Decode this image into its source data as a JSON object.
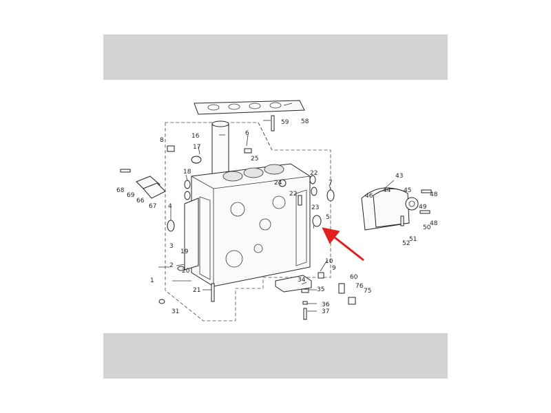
{
  "colors": {
    "band": "#d3d3d3",
    "arrow": "#e02020",
    "ink": "#222222"
  },
  "parts": [
    {
      "id": "p1",
      "label": "1"
    },
    {
      "id": "p2",
      "label": "2"
    },
    {
      "id": "p3",
      "label": "3"
    },
    {
      "id": "p4",
      "label": "4"
    },
    {
      "id": "p5",
      "label": "5"
    },
    {
      "id": "p6",
      "label": "6"
    },
    {
      "id": "p7",
      "label": "7"
    },
    {
      "id": "p8",
      "label": "8"
    },
    {
      "id": "p9",
      "label": "9"
    },
    {
      "id": "p10",
      "label": "10"
    },
    {
      "id": "p16",
      "label": "16"
    },
    {
      "id": "p17",
      "label": "17"
    },
    {
      "id": "p18",
      "label": "18"
    },
    {
      "id": "p19",
      "label": "19"
    },
    {
      "id": "p20",
      "label": "20"
    },
    {
      "id": "p21",
      "label": "21"
    },
    {
      "id": "p22",
      "label": "22"
    },
    {
      "id": "p22b",
      "label": "22"
    },
    {
      "id": "p23",
      "label": "23"
    },
    {
      "id": "p24",
      "label": "24"
    },
    {
      "id": "p25",
      "label": "25"
    },
    {
      "id": "p31",
      "label": "31"
    },
    {
      "id": "p34",
      "label": "34"
    },
    {
      "id": "p35",
      "label": "35"
    },
    {
      "id": "p36",
      "label": "36"
    },
    {
      "id": "p37",
      "label": "37"
    },
    {
      "id": "p43",
      "label": "43"
    },
    {
      "id": "p44",
      "label": "44"
    },
    {
      "id": "p45",
      "label": "45"
    },
    {
      "id": "p46",
      "label": "46"
    },
    {
      "id": "p48a",
      "label": "48"
    },
    {
      "id": "p48b",
      "label": "48"
    },
    {
      "id": "p49",
      "label": "49"
    },
    {
      "id": "p50",
      "label": "50"
    },
    {
      "id": "p51",
      "label": "51"
    },
    {
      "id": "p52",
      "label": "52"
    },
    {
      "id": "p58",
      "label": "58"
    },
    {
      "id": "p59",
      "label": "59"
    },
    {
      "id": "p60",
      "label": "60"
    },
    {
      "id": "p66",
      "label": "66"
    },
    {
      "id": "p67",
      "label": "67"
    },
    {
      "id": "p68",
      "label": "68"
    },
    {
      "id": "p69",
      "label": "69"
    },
    {
      "id": "p75",
      "label": "75"
    },
    {
      "id": "p76",
      "label": "76"
    }
  ]
}
